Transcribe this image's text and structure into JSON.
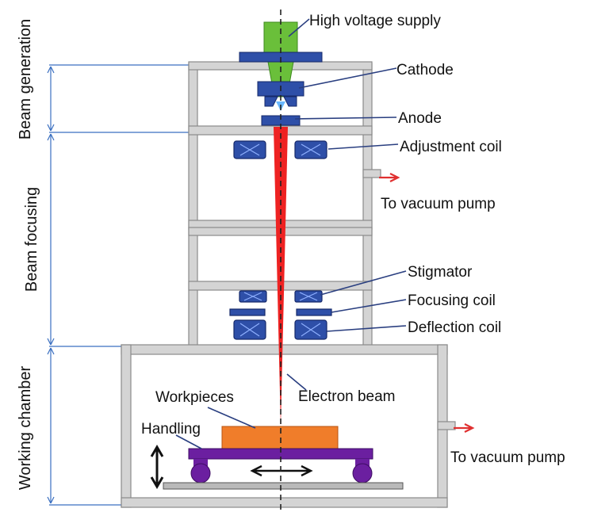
{
  "labels": {
    "high_voltage_supply": "High voltage supply",
    "cathode": "Cathode",
    "anode": "Anode",
    "adjustment_coil": "Adjustment coil",
    "to_vacuum_pump_upper": "To vacuum pump",
    "stigmator": "Stigmator",
    "focusing_coil": "Focusing coil",
    "deflection_coil": "Deflection coil",
    "electron_beam": "Electron beam",
    "workpieces": "Workpieces",
    "handling": "Handling",
    "to_vacuum_pump_lower": "To vacuum pump"
  },
  "stages": {
    "beam_generation": "Beam generation",
    "beam_focusing": "Beam focusing",
    "working_chamber": "Working chamber"
  },
  "colors": {
    "beam": "#ee2222",
    "coil": "#2e4fa8",
    "supply": "#6abf3a",
    "workpiece": "#f07d2a",
    "table": "#6b1fa0",
    "wall": "#d4d4d4",
    "dimension": "#3a6fc0",
    "arrow": "#e03030"
  }
}
